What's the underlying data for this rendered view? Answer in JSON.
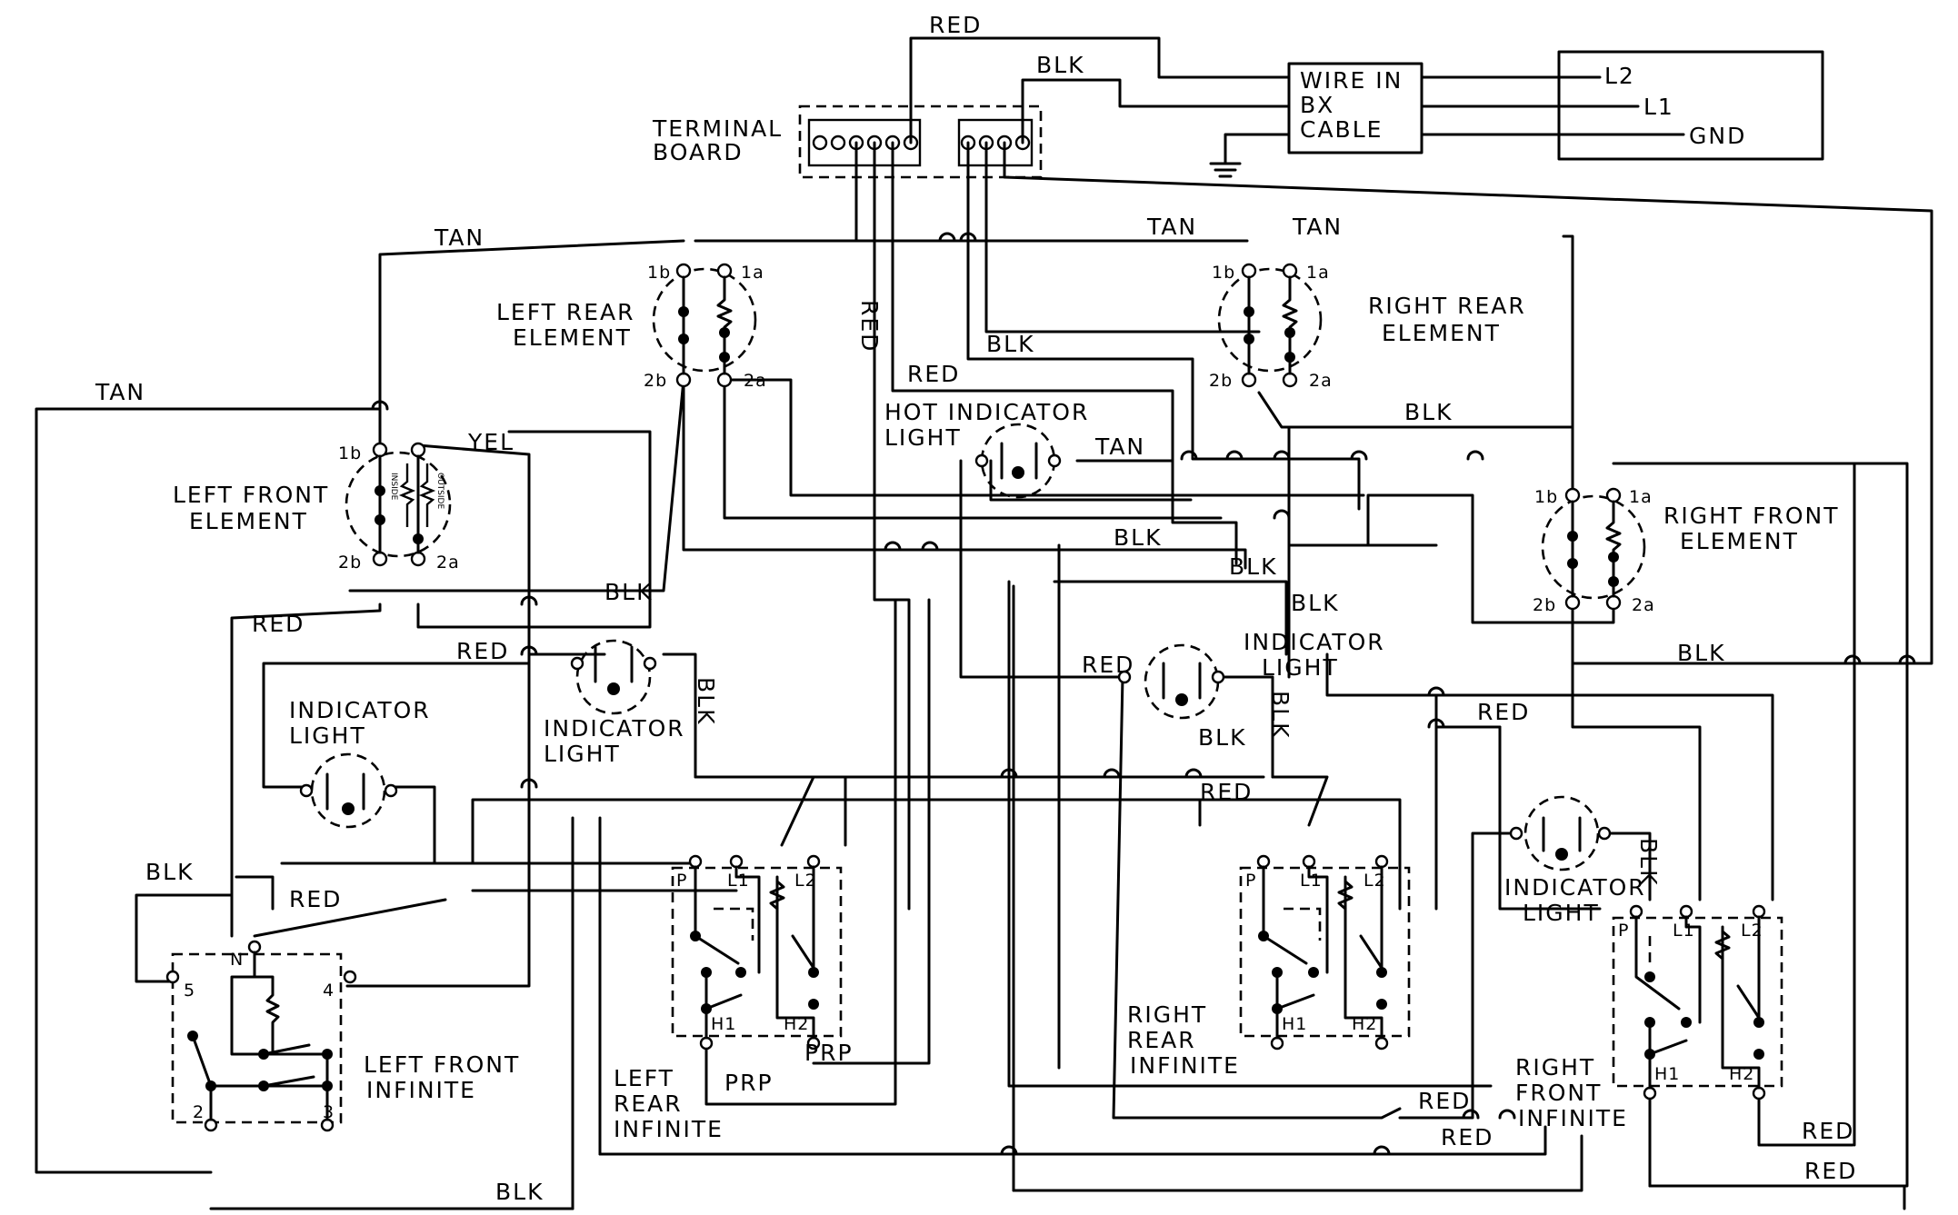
{
  "supply": {
    "terminal_board": [
      "TERMINAL",
      "BOARD"
    ],
    "cable": [
      "WIRE IN",
      "BX",
      "CABLE"
    ],
    "lines": [
      "L2",
      "L1",
      "GND"
    ]
  },
  "wire_colors": {
    "red": "RED",
    "blk": "BLK",
    "tan": "TAN",
    "yel": "YEL",
    "prp": "PRP"
  },
  "elements": {
    "left_rear": [
      "LEFT REAR",
      "ELEMENT"
    ],
    "right_rear": [
      "RIGHT REAR",
      "ELEMENT"
    ],
    "left_front": [
      "LEFT FRONT",
      "ELEMENT"
    ],
    "right_front": [
      "RIGHT FRONT",
      "ELEMENT"
    ],
    "inner_label": "INSIDE",
    "outer_label": "OUTSIDE"
  },
  "element_terminals": [
    "1b",
    "1a",
    "2b",
    "2a"
  ],
  "lights": {
    "hot": [
      "HOT INDICATOR",
      "LIGHT"
    ],
    "indicator": [
      "INDICATOR",
      "LIGHT"
    ]
  },
  "infinites": {
    "left_front": [
      "LEFT FRONT",
      "INFINITE"
    ],
    "left_rear": [
      "LEFT",
      "REAR",
      "INFINITE"
    ],
    "right_rear": [
      "RIGHT",
      "REAR",
      "INFINITE"
    ],
    "right_front": [
      "RIGHT",
      "FRONT",
      "INFINITE"
    ]
  },
  "switch_terminals": [
    "P",
    "L1",
    "L2",
    "H1",
    "H2"
  ],
  "left_front_switch_terminals": [
    "N",
    "5",
    "4",
    "2",
    "3"
  ]
}
